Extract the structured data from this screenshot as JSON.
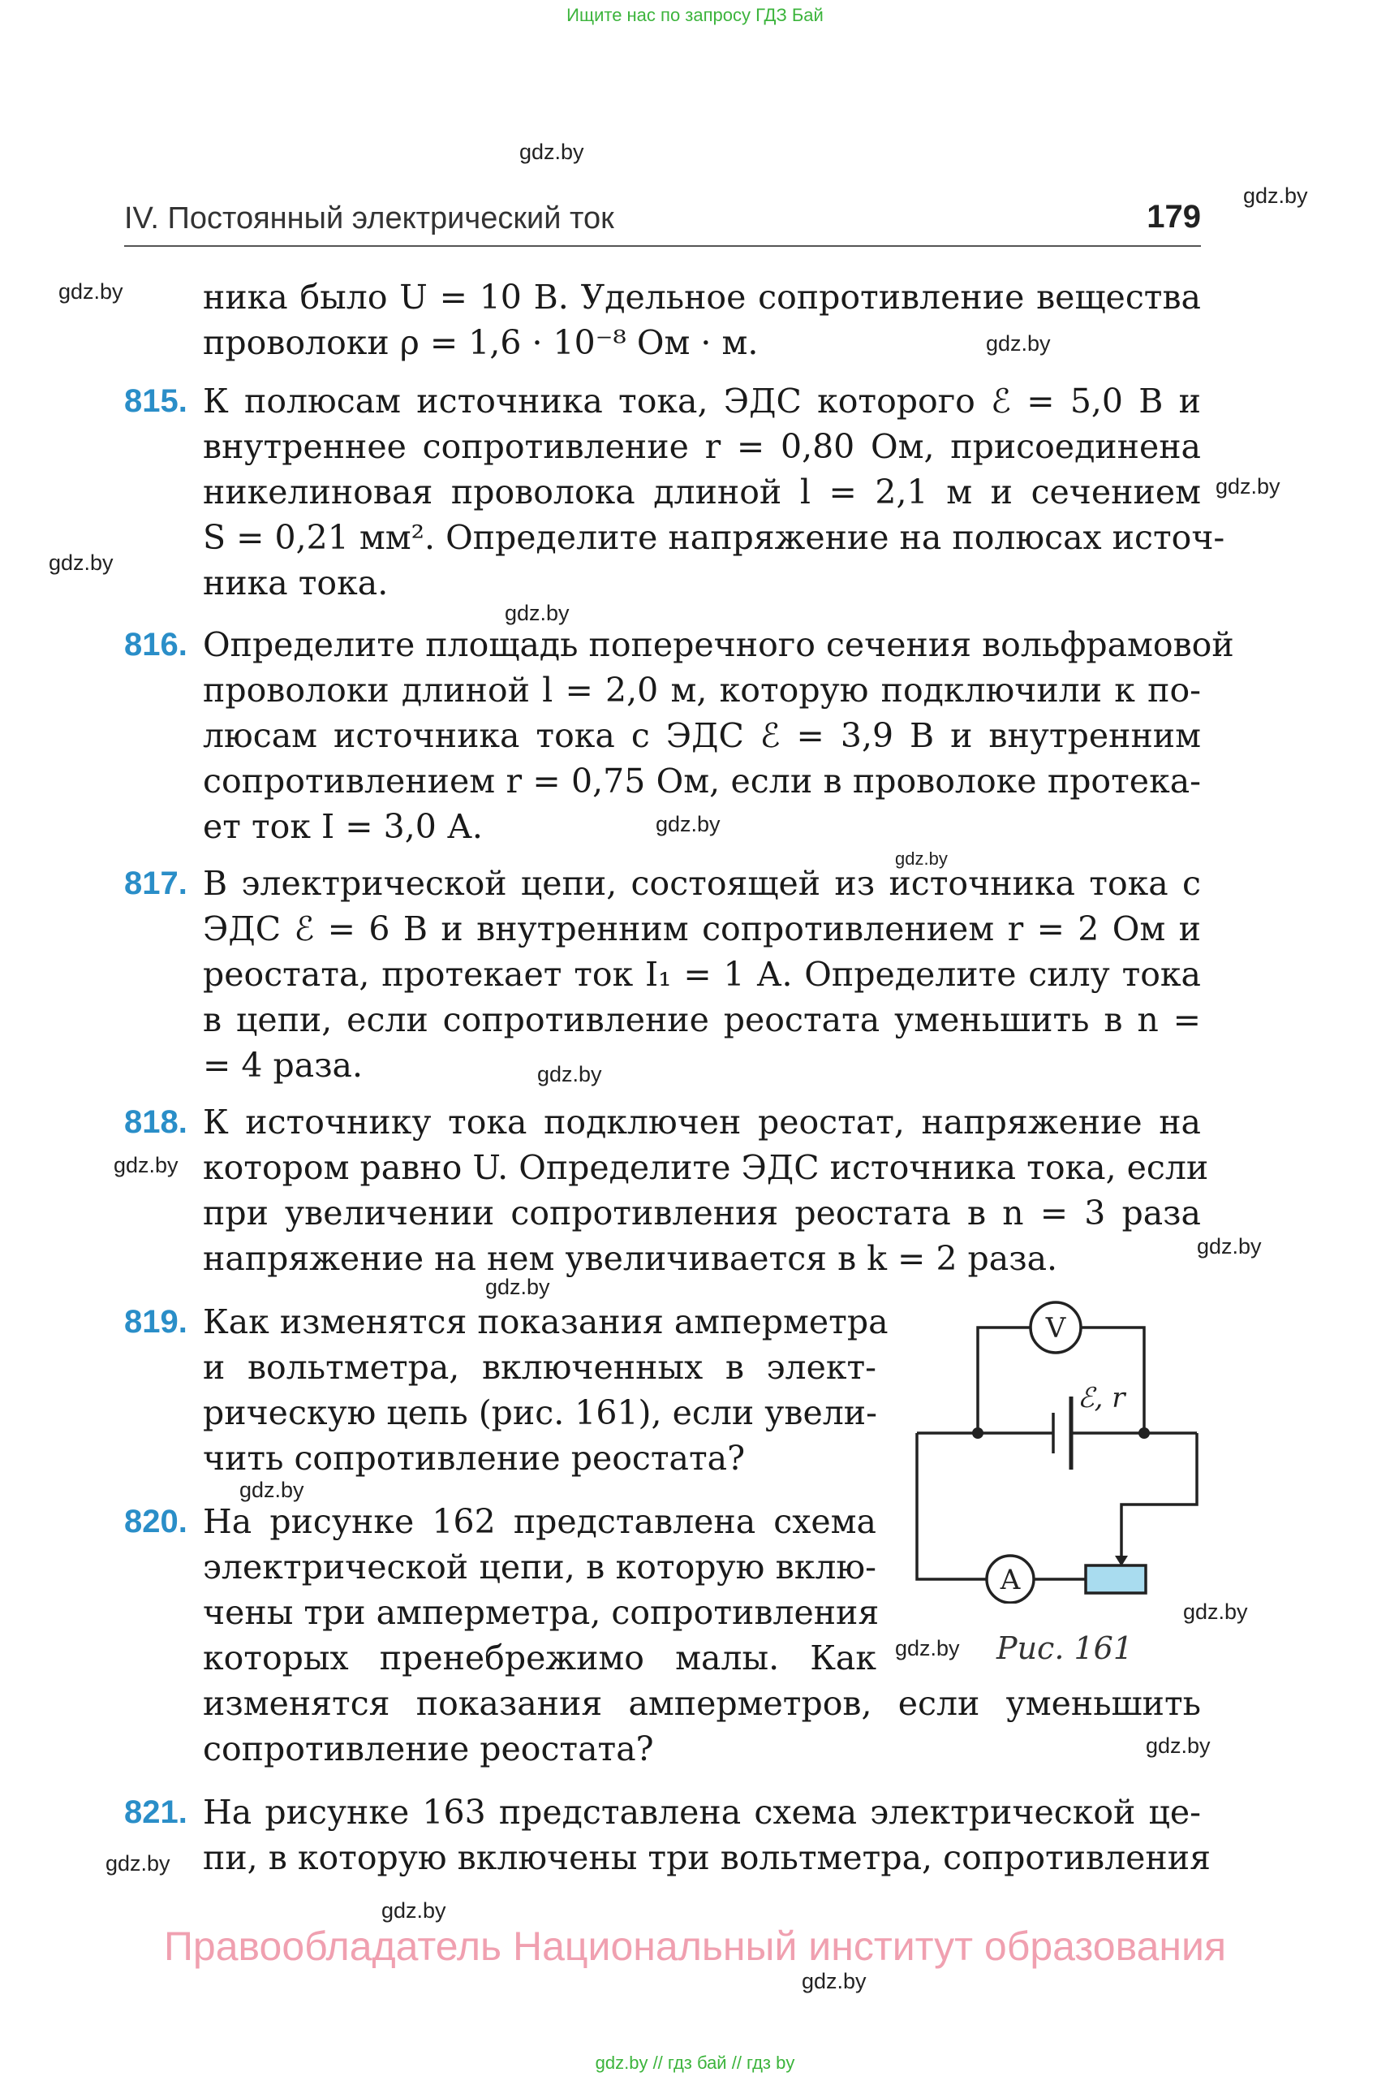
{
  "banner": "Ищите нас по запросу ГДЗ Бай",
  "watermark": "gdz.by",
  "header": {
    "title": "IV. Постоянный электрический ток",
    "page_number": "179"
  },
  "continuation": [
    "ника было U = 10 В. Удельное сопротивление вещества",
    "проволоки ρ = 1,6 · 10⁻⁸ Ом · м."
  ],
  "problems": [
    {
      "number": "815.",
      "lines": [
        "К полюсам источника тока, ЭДС которого ℰ = 5,0 В и",
        "внутреннее сопротивление r = 0,80 Ом, присоединена",
        "никелиновая проволока длиной l = 2,1 м и сечением",
        "S = 0,21 мм². Определите напряжение на полюсах источ-",
        "ника тока."
      ]
    },
    {
      "number": "816.",
      "lines": [
        "Определите площадь поперечного сечения вольфрамовой",
        "проволоки длиной l = 2,0 м, которую подключили к по-",
        "люсам источника тока с ЭДС ℰ = 3,9 В и внутренним",
        "сопротивлением r = 0,75 Ом, если в проволоке протека-",
        "ет ток I = 3,0 А."
      ]
    },
    {
      "number": "817.",
      "lines": [
        "В электрической цепи, состоящей из источника тока с",
        "ЭДС ℰ = 6 В и внутренним сопротивлением r = 2 Ом и",
        "реостата, протекает ток I₁ = 1 А. Определите силу тока",
        "в цепи, если сопротивление реостата уменьшить в n =",
        "= 4 раза."
      ]
    },
    {
      "number": "818.",
      "lines": [
        "К источнику тока подключен реостат, напряжение на",
        "котором равно U. Определите ЭДС источника тока, если",
        "при увеличении сопротивления реостата в n = 3 раза",
        "напряжение на нем увеличивается в k = 2 раза."
      ]
    },
    {
      "number": "819.",
      "lines": [
        "Как изменятся показания амперметра",
        "и вольтметра, включенных в элект-",
        "рическую цепь (рис. 161), если увели-",
        "чить сопротивление реостата?"
      ]
    },
    {
      "number": "820.",
      "lines": [
        "На рисунке 162 представлена схема",
        "электрической цепи, в которую вклю-",
        "чены три амперметра, сопротивления",
        "которых пренебрежимо малы. Как",
        "изменятся показания амперметров, если уменьшить",
        "сопротивление реостата?"
      ]
    },
    {
      "number": "821.",
      "lines": [
        "На рисунке 163 представлена схема электрической це-",
        "пи, в которую включены три вольтметра, сопротивления"
      ]
    }
  ],
  "figure": {
    "caption": "Рис. 161",
    "voltmeter_label": "V",
    "ammeter_label": "A",
    "source_label": "ℰ, r",
    "colors": {
      "wire": "#222222",
      "rheostat_fill": "#a9dcef"
    }
  },
  "copyright": "Правообладатель Национальный институт образования",
  "footer": "gdz.by // гдз бай // гдз by"
}
